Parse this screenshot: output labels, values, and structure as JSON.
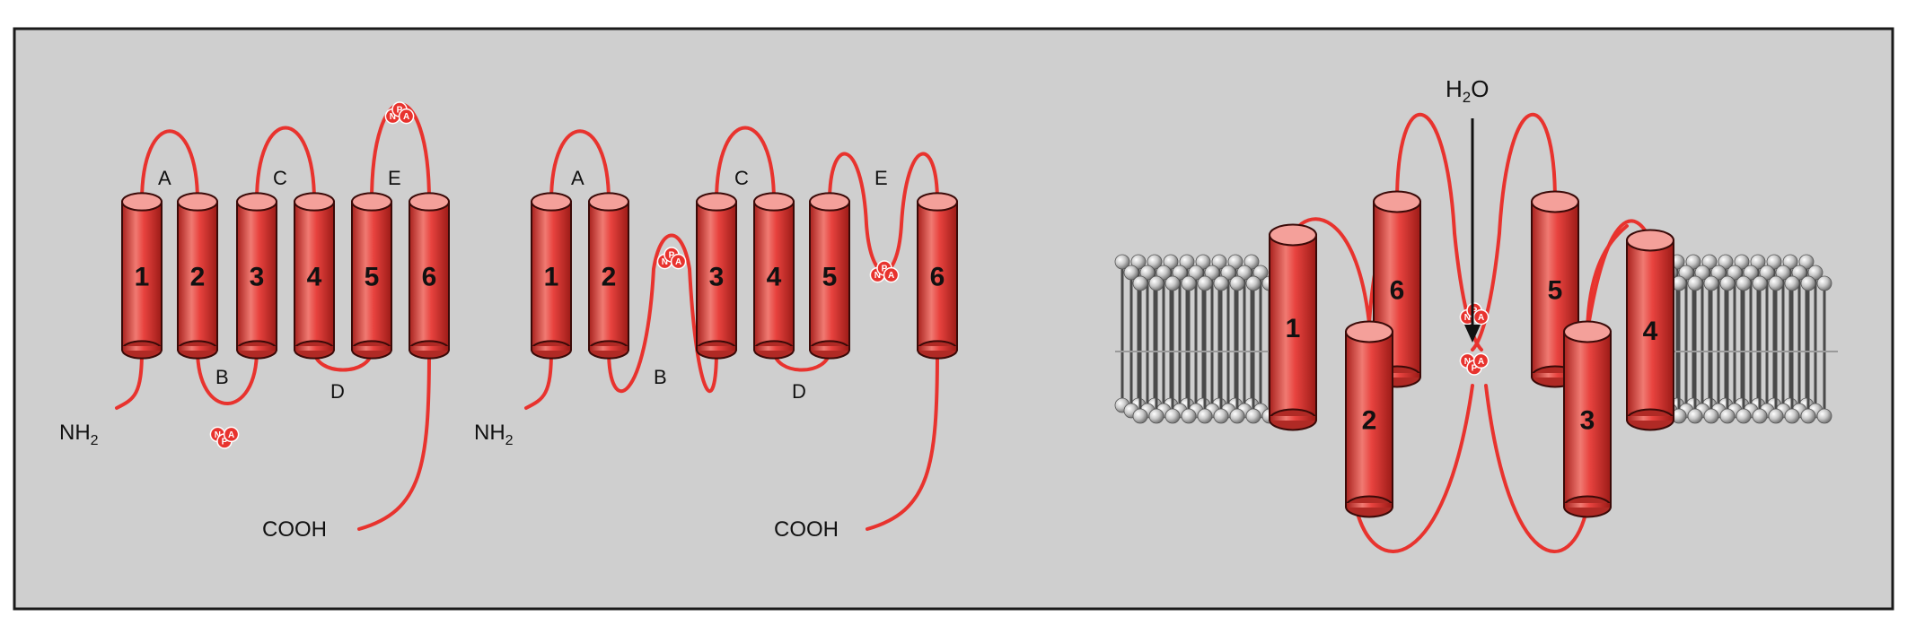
{
  "panel_left": {
    "helices": [
      "1",
      "2",
      "3",
      "4",
      "5",
      "6"
    ],
    "loops": [
      "A",
      "B",
      "C",
      "D",
      "E"
    ],
    "n_terminus": "NH",
    "n_terminus_sub": "2",
    "c_terminus": "COOH",
    "motif": [
      "N",
      "P",
      "A"
    ]
  },
  "panel_middle": {
    "helices": [
      "1",
      "2",
      "3",
      "4",
      "5",
      "6"
    ],
    "loops": [
      "A",
      "B",
      "C",
      "D",
      "E"
    ],
    "n_terminus": "NH",
    "n_terminus_sub": "2",
    "c_terminus": "COOH",
    "motif": [
      "N",
      "P",
      "A"
    ]
  },
  "panel_right": {
    "helices": [
      "1",
      "2",
      "3",
      "4",
      "5",
      "6"
    ],
    "water_label": "H",
    "water_sub": "2",
    "water_tail": "O",
    "motif": [
      "N",
      "P",
      "A"
    ]
  },
  "colors": {
    "background": "#cfcfcf",
    "frame": "#1a1a1a",
    "helix_red": "#e8433f",
    "loop_red": "#e8332e",
    "lipid": "#8a8a8a"
  }
}
